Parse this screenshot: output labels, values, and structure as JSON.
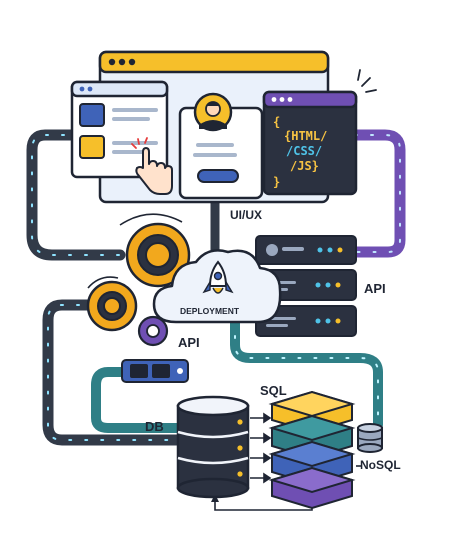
{
  "labels": {
    "uiux": "UI/UX",
    "api_right": "API",
    "api_left": "API",
    "deployment": "DEPLOYMENT",
    "sql": "SQL",
    "db": "DB",
    "nosql": "NoSQL"
  },
  "code": {
    "open_brace": "{",
    "html": "{HTML/",
    "css": "/CSS/",
    "js": "/JS}",
    "close_brace": "}"
  },
  "icons": {
    "cursor": "pointing-hand-icon",
    "user": "user-avatar-icon",
    "rocket": "rocket-icon",
    "gear": "gear-icon",
    "database": "database-icon",
    "server": "server-icon"
  },
  "colors": {
    "outline": "#1f2533",
    "yellow": "#f6bf2a",
    "gear": "#f2a81d",
    "purple": "#6f4fb3",
    "teal": "#2f7f86",
    "blue": "#3f63b8",
    "pipe_dark": "#323a48",
    "code_yellow": "#f6c343",
    "code_cyan": "#4fc3e8"
  }
}
